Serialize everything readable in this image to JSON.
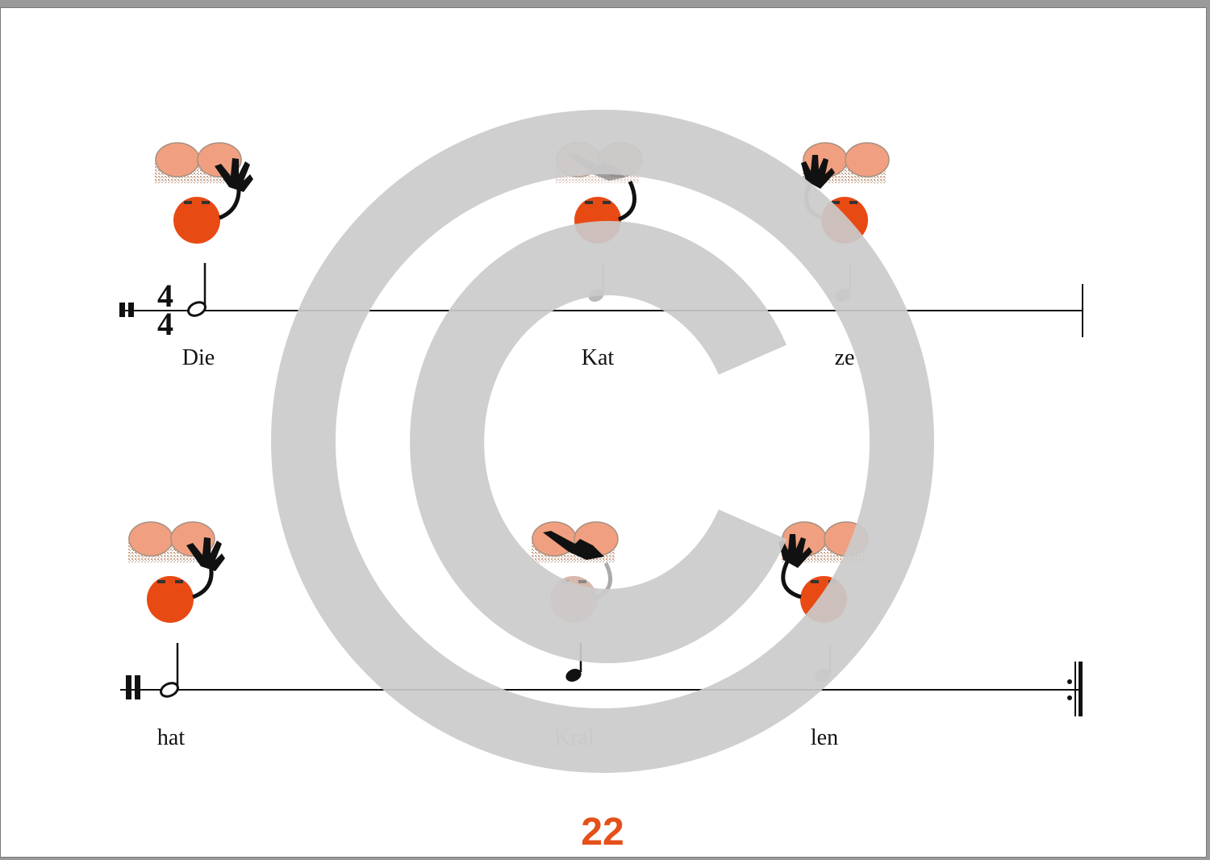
{
  "colors": {
    "drum": "#f0a080",
    "face": "#e84a14",
    "hand": "#111111",
    "grey": "#b9b9b9",
    "watermark": "#cbcbcb",
    "page_number": "#e5501a"
  },
  "icons": {
    "drum_pair": "bongo-drums-icon",
    "player": "player-face-icon",
    "hand": "hand-icon",
    "watermark": "copyright-icon"
  },
  "time_signature": {
    "top": "4",
    "bottom": "4"
  },
  "rows": [
    {
      "notes": [
        {
          "type": "half",
          "lyric": "Die",
          "hand": "right",
          "shade": "dark"
        },
        {
          "type": "quarter",
          "lyric": "Kat",
          "hand": "left",
          "shade": "light"
        },
        {
          "type": "quarter",
          "lyric": "ze",
          "hand": "left",
          "shade": "light"
        }
      ],
      "hyphen": "-",
      "end": "barline"
    },
    {
      "notes": [
        {
          "type": "half",
          "lyric": "hat",
          "hand": "right",
          "shade": "dark"
        },
        {
          "type": "quarter",
          "lyric": "Kral",
          "hand": "left",
          "shade": "dark"
        },
        {
          "type": "quarter",
          "lyric": "len",
          "hand": "left",
          "shade": "light"
        }
      ],
      "hyphen": "-",
      "end": "repeat"
    }
  ],
  "page_number": "22"
}
